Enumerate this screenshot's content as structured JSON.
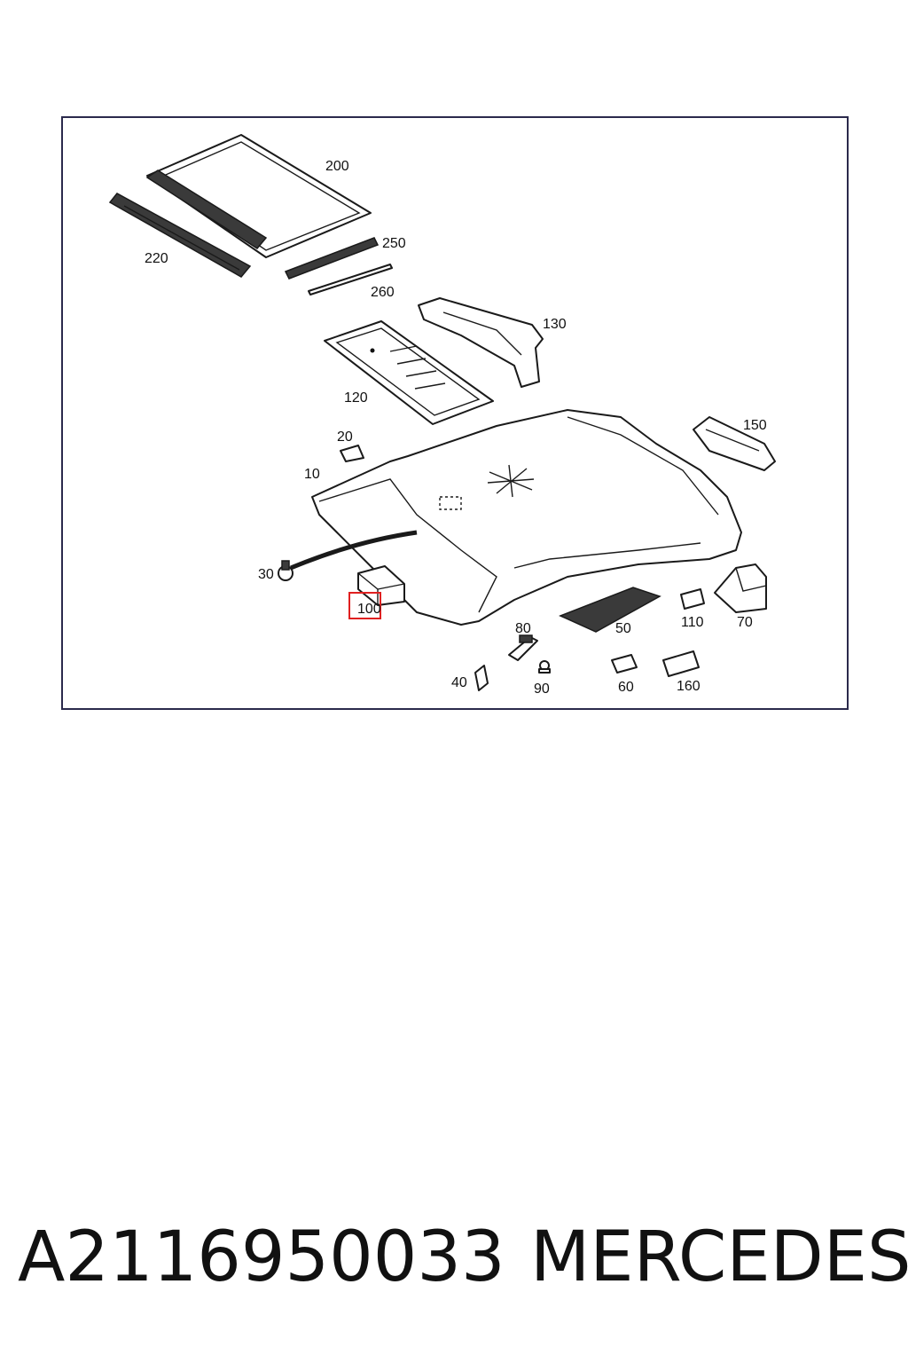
{
  "diagram": {
    "labels": {
      "p10": "10",
      "p20": "20",
      "p30": "30",
      "p40": "40",
      "p50": "50",
      "p60": "60",
      "p70": "70",
      "p80": "80",
      "p90": "90",
      "p100": "100",
      "p110": "110",
      "p120": "120",
      "p130": "130",
      "p150": "150",
      "p160": "160",
      "p200": "200",
      "p220": "220",
      "p250": "250",
      "p260": "260"
    },
    "highlighted_part": "100",
    "highlight_color": "#e02020"
  },
  "caption": {
    "part_number": "A2116950033",
    "brand": "MERCEDES"
  }
}
